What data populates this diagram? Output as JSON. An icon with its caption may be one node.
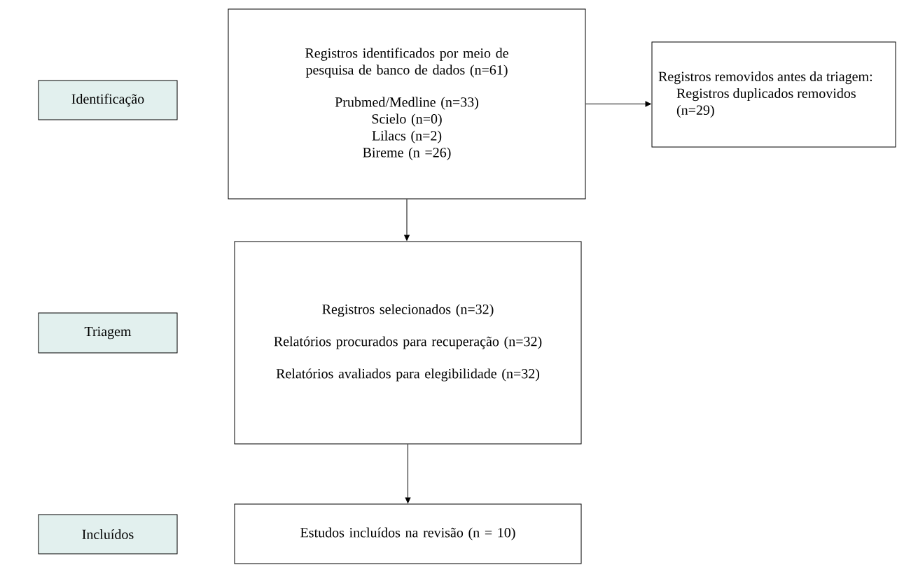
{
  "diagram": {
    "nodes": [
      {
        "text": [
          "Identificação"
        ]
      },
      {
        "text": [
          "Triagem"
        ]
      },
      {
        "text": [
          "Incluídos"
        ]
      },
      {
        "text": [
          "Registros identificados por meio de pesquisa de banco de dados (n=61)",
          "Prubmed/Medline (n=33)",
          "Scielo (n=0)",
          "Lilacs (n=2)",
          "Bireme (n =26)"
        ]
      },
      {
        "text": [
          "Registros removidos antes da triagem:",
          "Registros duplicados removidos (n=29)"
        ]
      },
      {
        "text": [
          "Registros selecionados (n=32)",
          "Relatórios procurados para recuperação (n=32)",
          "Relatórios avaliados para elegibilidade (n=32)"
        ]
      },
      {
        "text": [
          "Estudos incluídos na revisão (n = 10)"
        ]
      }
    ],
    "edges": [
      {
        "from": 3,
        "to": 4,
        "arrow": "to"
      },
      {
        "from": 3,
        "to": 5,
        "arrow": "to"
      },
      {
        "from": 5,
        "to": 6,
        "arrow": "to"
      }
    ]
  }
}
